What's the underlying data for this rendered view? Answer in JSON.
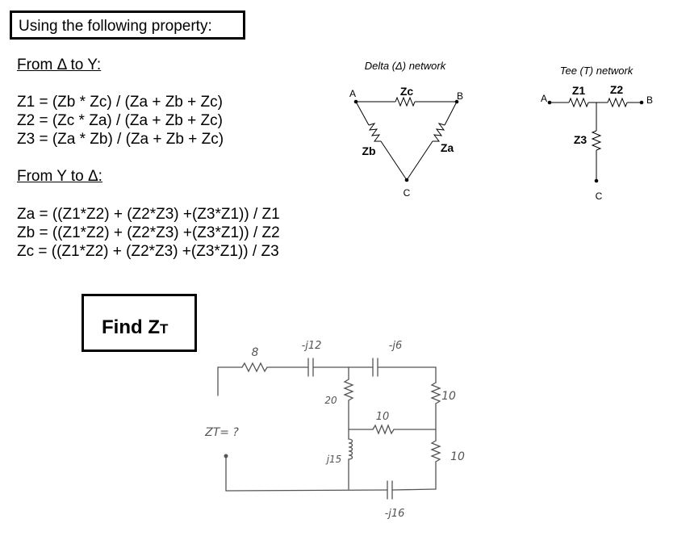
{
  "header": {
    "title": "Using the following property:"
  },
  "delta_to_y": {
    "heading": "From Δ to Y:",
    "lines": [
      "Z1 = (Zb * Zc) / (Za + Zb + Zc)",
      "Z2 = (Zc * Za) / (Za + Zb + Zc)",
      "Z3 = (Za * Zb) / (Za + Zb + Zc)"
    ]
  },
  "y_to_delta": {
    "heading": "From Y to Δ:",
    "lines": [
      "Za = ((Z1*Z2) + (Z2*Z3) +(Z3*Z1)) / Z1",
      "Zb = ((Z1*Z2) + (Z2*Z3) +(Z3*Z1)) / Z2",
      "Zc = ((Z1*Z2) + (Z2*Z3) +(Z3*Z1)) / Z3"
    ]
  },
  "delta_network": {
    "title": "Delta (Δ) network",
    "node_a": "A",
    "node_b": "B",
    "node_c": "C",
    "za": "Za",
    "zb": "Zb",
    "zc": "Zc"
  },
  "tee_network": {
    "title": "Tee (T) network",
    "node_a": "A",
    "node_b": "B",
    "node_c": "C",
    "z1": "Z1",
    "z2": "Z2",
    "z3": "Z3"
  },
  "task": {
    "label_main": "Find Z",
    "label_sub": "T"
  },
  "circuit": {
    "r8": "8",
    "c_j12": "-j12",
    "c_j6": "-j6",
    "r20": "20",
    "r10_mid": "10",
    "r10_right_top": "10",
    "r10_right_bot": "10",
    "l_j15": "j15",
    "c_j16": "-j16",
    "zt_label": "ZT= ?"
  }
}
